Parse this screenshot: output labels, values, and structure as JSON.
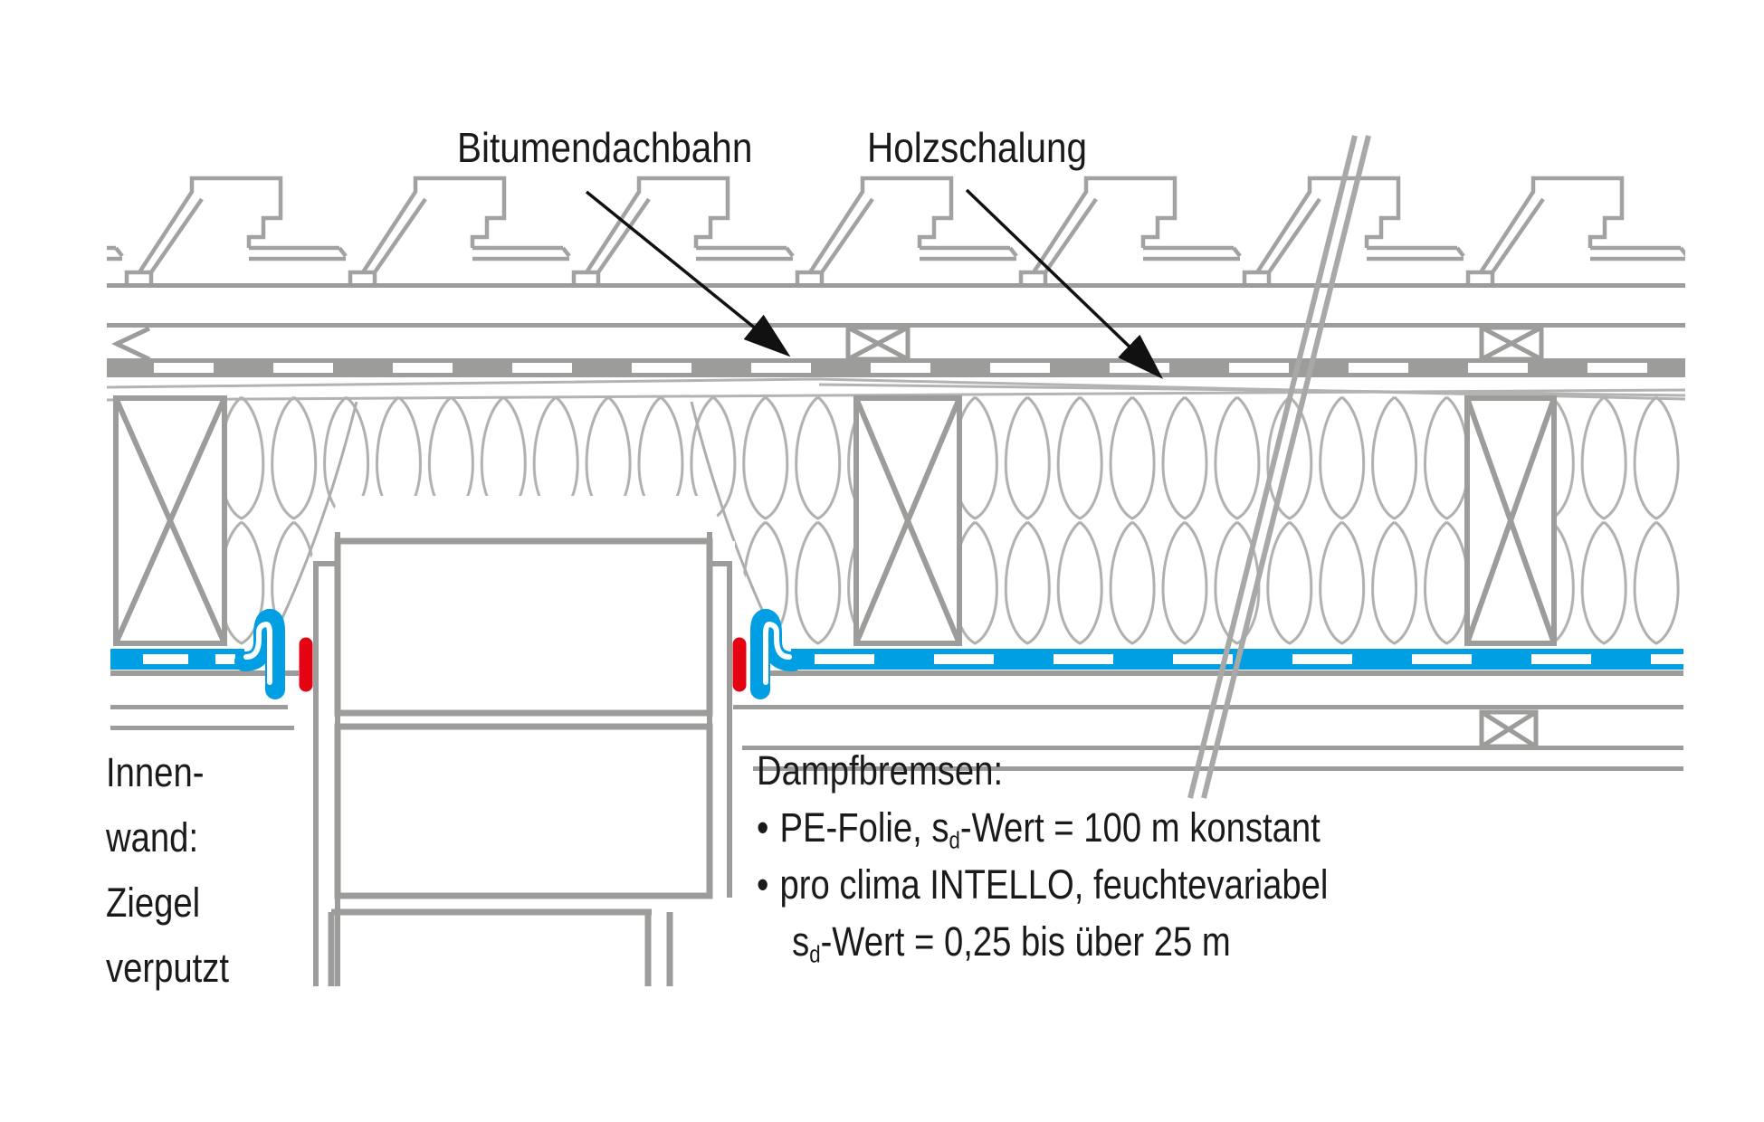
{
  "page": {
    "background": "#ffffff"
  },
  "colors": {
    "line_gray": "#9c9c9b",
    "light_gray": "#b3b3b2",
    "membrane_blue": "#009ee2",
    "seal_red": "#e30313",
    "text_black": "#1a1a1a"
  },
  "callouts": {
    "bitumendachbahn": "Bitumendachbahn",
    "holzschalung": "Holzschalung"
  },
  "wall_note": {
    "line1": "Innen-",
    "line2": "wand:",
    "line3": "Ziegel",
    "line4": "verputzt"
  },
  "legend": {
    "heading": "Dampfbremsen:",
    "bullet_glyph": "•",
    "item1": {
      "pre": "PE-Folie, s",
      "sub": "d",
      "post": "-Wert = 100 m konstant"
    },
    "item2": {
      "text": "pro clima INTELLO, feuchtevariabel"
    },
    "item2_line2": {
      "pre": "s",
      "sub": "d",
      "post": "-Wert = 0,25 bis über 25 m"
    }
  }
}
